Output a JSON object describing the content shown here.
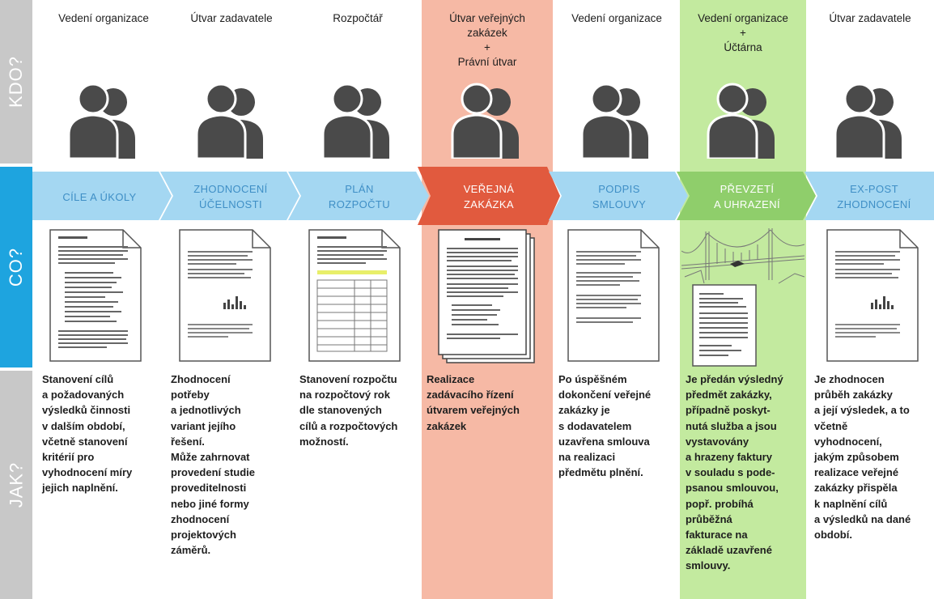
{
  "sidebar": {
    "labels": [
      "KDO?",
      "CO?",
      "JAK?"
    ],
    "colors": {
      "kdo": "#c8c8c8",
      "co": "#1ea4df",
      "jak": "#c8c8c8"
    }
  },
  "colors": {
    "arrow_blue": "#a4d7f2",
    "arrow_text_blue": "#3f8fc6",
    "arrow_red": "#e15a3e",
    "arrow_green": "#8fce6b",
    "col_red": "#f6b9a5",
    "col_green": "#c3ea9f",
    "icon": "#4a4a4a"
  },
  "columns": [
    {
      "who": [
        "Vedení organizace"
      ],
      "arrow": [
        "CÍLE A ÚKOLY"
      ],
      "doc_icon": "text-document-icon",
      "how": [
        "Stanovení cílů",
        "a požadovaných",
        "výsledků činnosti",
        "v dalším období,",
        "včetně stanovení",
        "kritérií pro",
        "vyhodnocení míry",
        "jejich naplnění."
      ]
    },
    {
      "who": [
        "Útvar zadavatele"
      ],
      "arrow": [
        "ZHODNOCENÍ",
        "ÚČELNOSTI"
      ],
      "doc_icon": "chart-document-icon",
      "how": [
        "Zhodnocení",
        "potřeby",
        "a jednotlivých",
        "variant jejího",
        "řešení.",
        "Může zahrnovat",
        "provedení studie",
        "proveditelnosti",
        "nebo jiné formy",
        "zhodnocení",
        "projektových",
        "záměrů."
      ]
    },
    {
      "who": [
        "Rozpočtář"
      ],
      "arrow": [
        "PLÁN",
        "ROZPOČTU"
      ],
      "doc_icon": "budget-table-document-icon",
      "how": [
        "Stanovení rozpočtu",
        "na rozpočtový rok",
        "dle stanovených",
        "cílů a rozpočtových",
        "možností."
      ]
    },
    {
      "who": [
        "Útvar veřejných",
        "zakázek",
        "+",
        "Právní útvar"
      ],
      "arrow": [
        "VEŘEJNÁ",
        "ZAKÁZKA"
      ],
      "doc_icon": "document-stack-icon",
      "how": [
        "Realizace",
        "zadávacího řízení",
        "útvarem veřejných",
        "zakázek"
      ]
    },
    {
      "who": [
        "Vedení organizace"
      ],
      "arrow": [
        "PODPIS",
        "SMLOUVY"
      ],
      "doc_icon": "contract-document-icon",
      "how": [
        "Po úspěšném",
        "dokončení veřejné",
        "zakázky je",
        "s dodavatelem",
        "uzavřena smlouva",
        "na realizaci",
        "předmětu plnění."
      ]
    },
    {
      "who": [
        "Vedení organizace",
        "+",
        "Účtárna"
      ],
      "arrow": [
        "PŘEVZETÍ",
        "A UHRAZENÍ"
      ],
      "doc_icon": "bridge-invoice-icon",
      "how": [
        "Je předán výsledný",
        "předmět zakázky,",
        "případně poskyt-",
        "nutá služba a jsou",
        "vystavovány",
        "a hrazeny faktury",
        "v souladu s pode-",
        "psanou smlouvou,",
        "popř. probíhá",
        "průběžná",
        "fakturace na",
        "základě uzavřené",
        "smlouvy."
      ]
    },
    {
      "who": [
        "Útvar zadavatele"
      ],
      "arrow": [
        "EX-POST",
        "ZHODNOCENÍ"
      ],
      "doc_icon": "chart-document-icon",
      "how": [
        "Je zhodnocen",
        "průběh zakázky",
        "a její výsledek, a to",
        "včetně",
        "vyhodnocení,",
        "jakým způsobem",
        "realizace veřejné",
        "zakázky přispěla",
        "k naplnění cílů",
        "a výsledků na dané",
        "období."
      ]
    }
  ]
}
